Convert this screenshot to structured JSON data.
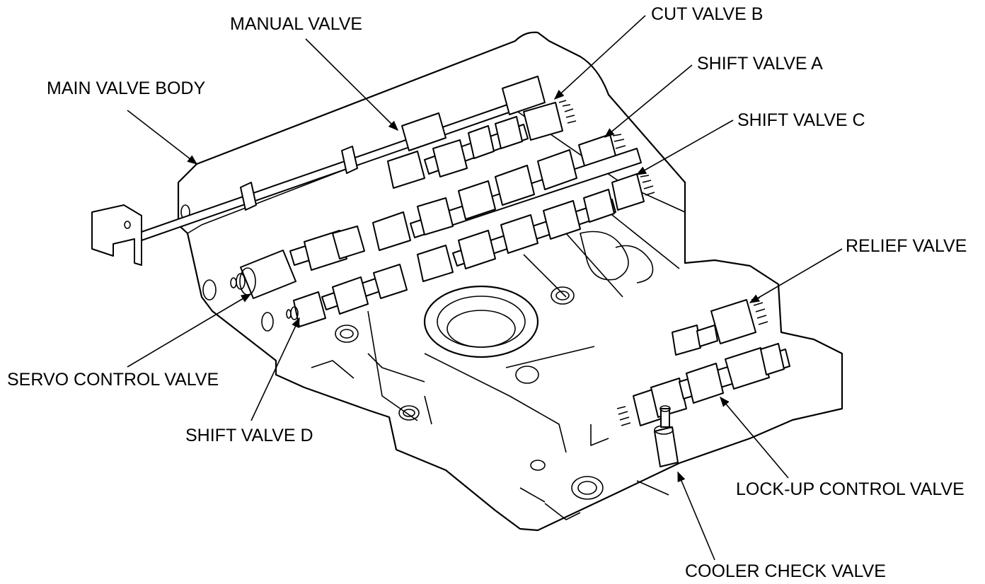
{
  "labels": {
    "main_valve_body": "MAIN VALVE BODY",
    "manual_valve": "MANUAL VALVE",
    "cut_valve_b": "CUT VALVE B",
    "shift_valve_a": "SHIFT VALVE A",
    "shift_valve_c": "SHIFT VALVE C",
    "relief_valve": "RELIEF VALVE",
    "servo_control_valve": "SERVO CONTROL VALVE",
    "shift_valve_d": "SHIFT VALVE D",
    "lock_up_control_valve": "LOCK-UP CONTROL VALVE",
    "cooler_check_valve": "COOLER CHECK VALVE"
  }
}
